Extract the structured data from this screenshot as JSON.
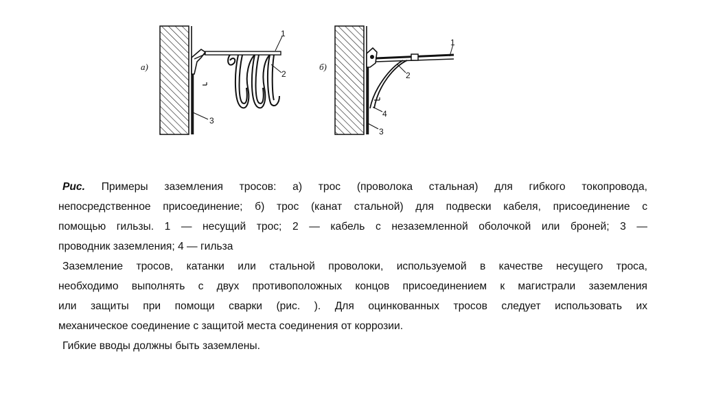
{
  "figure": {
    "left_label": "а)",
    "right_label": "б)",
    "left_callouts": [
      "1",
      "2",
      "3"
    ],
    "right_callouts": [
      "1",
      "2",
      "4",
      "3"
    ]
  },
  "caption": {
    "lead": "Рис.",
    "line1": "Примеры заземления тросов: а) трос (проволока стальная) для гибкого токопровода,",
    "line2": "непосредственное присоединение; б) трос (канат стальной) для подвески кабеля, присоединение с",
    "line3": "помощью гильзы. 1 — несущий трос; 2 — кабель с незаземленной оболочкой или броней; 3 —",
    "line4": "проводник заземления; 4 — гильза"
  },
  "paragraph1": {
    "line1": "Заземление тросов, катанки или стальной проволоки, используемой в качестве несущего троса,",
    "line2": "необходимо выполнять с двух противоположных концов присоединением к магистрали заземления",
    "line3": "или защиты при помощи сварки (рис. ). Для оцинкованных тросов следует использовать их",
    "line4": "механическое соединение с защитой места соединения от коррозии."
  },
  "paragraph2": {
    "line1": "Гибкие вводы должны быть заземлены."
  }
}
